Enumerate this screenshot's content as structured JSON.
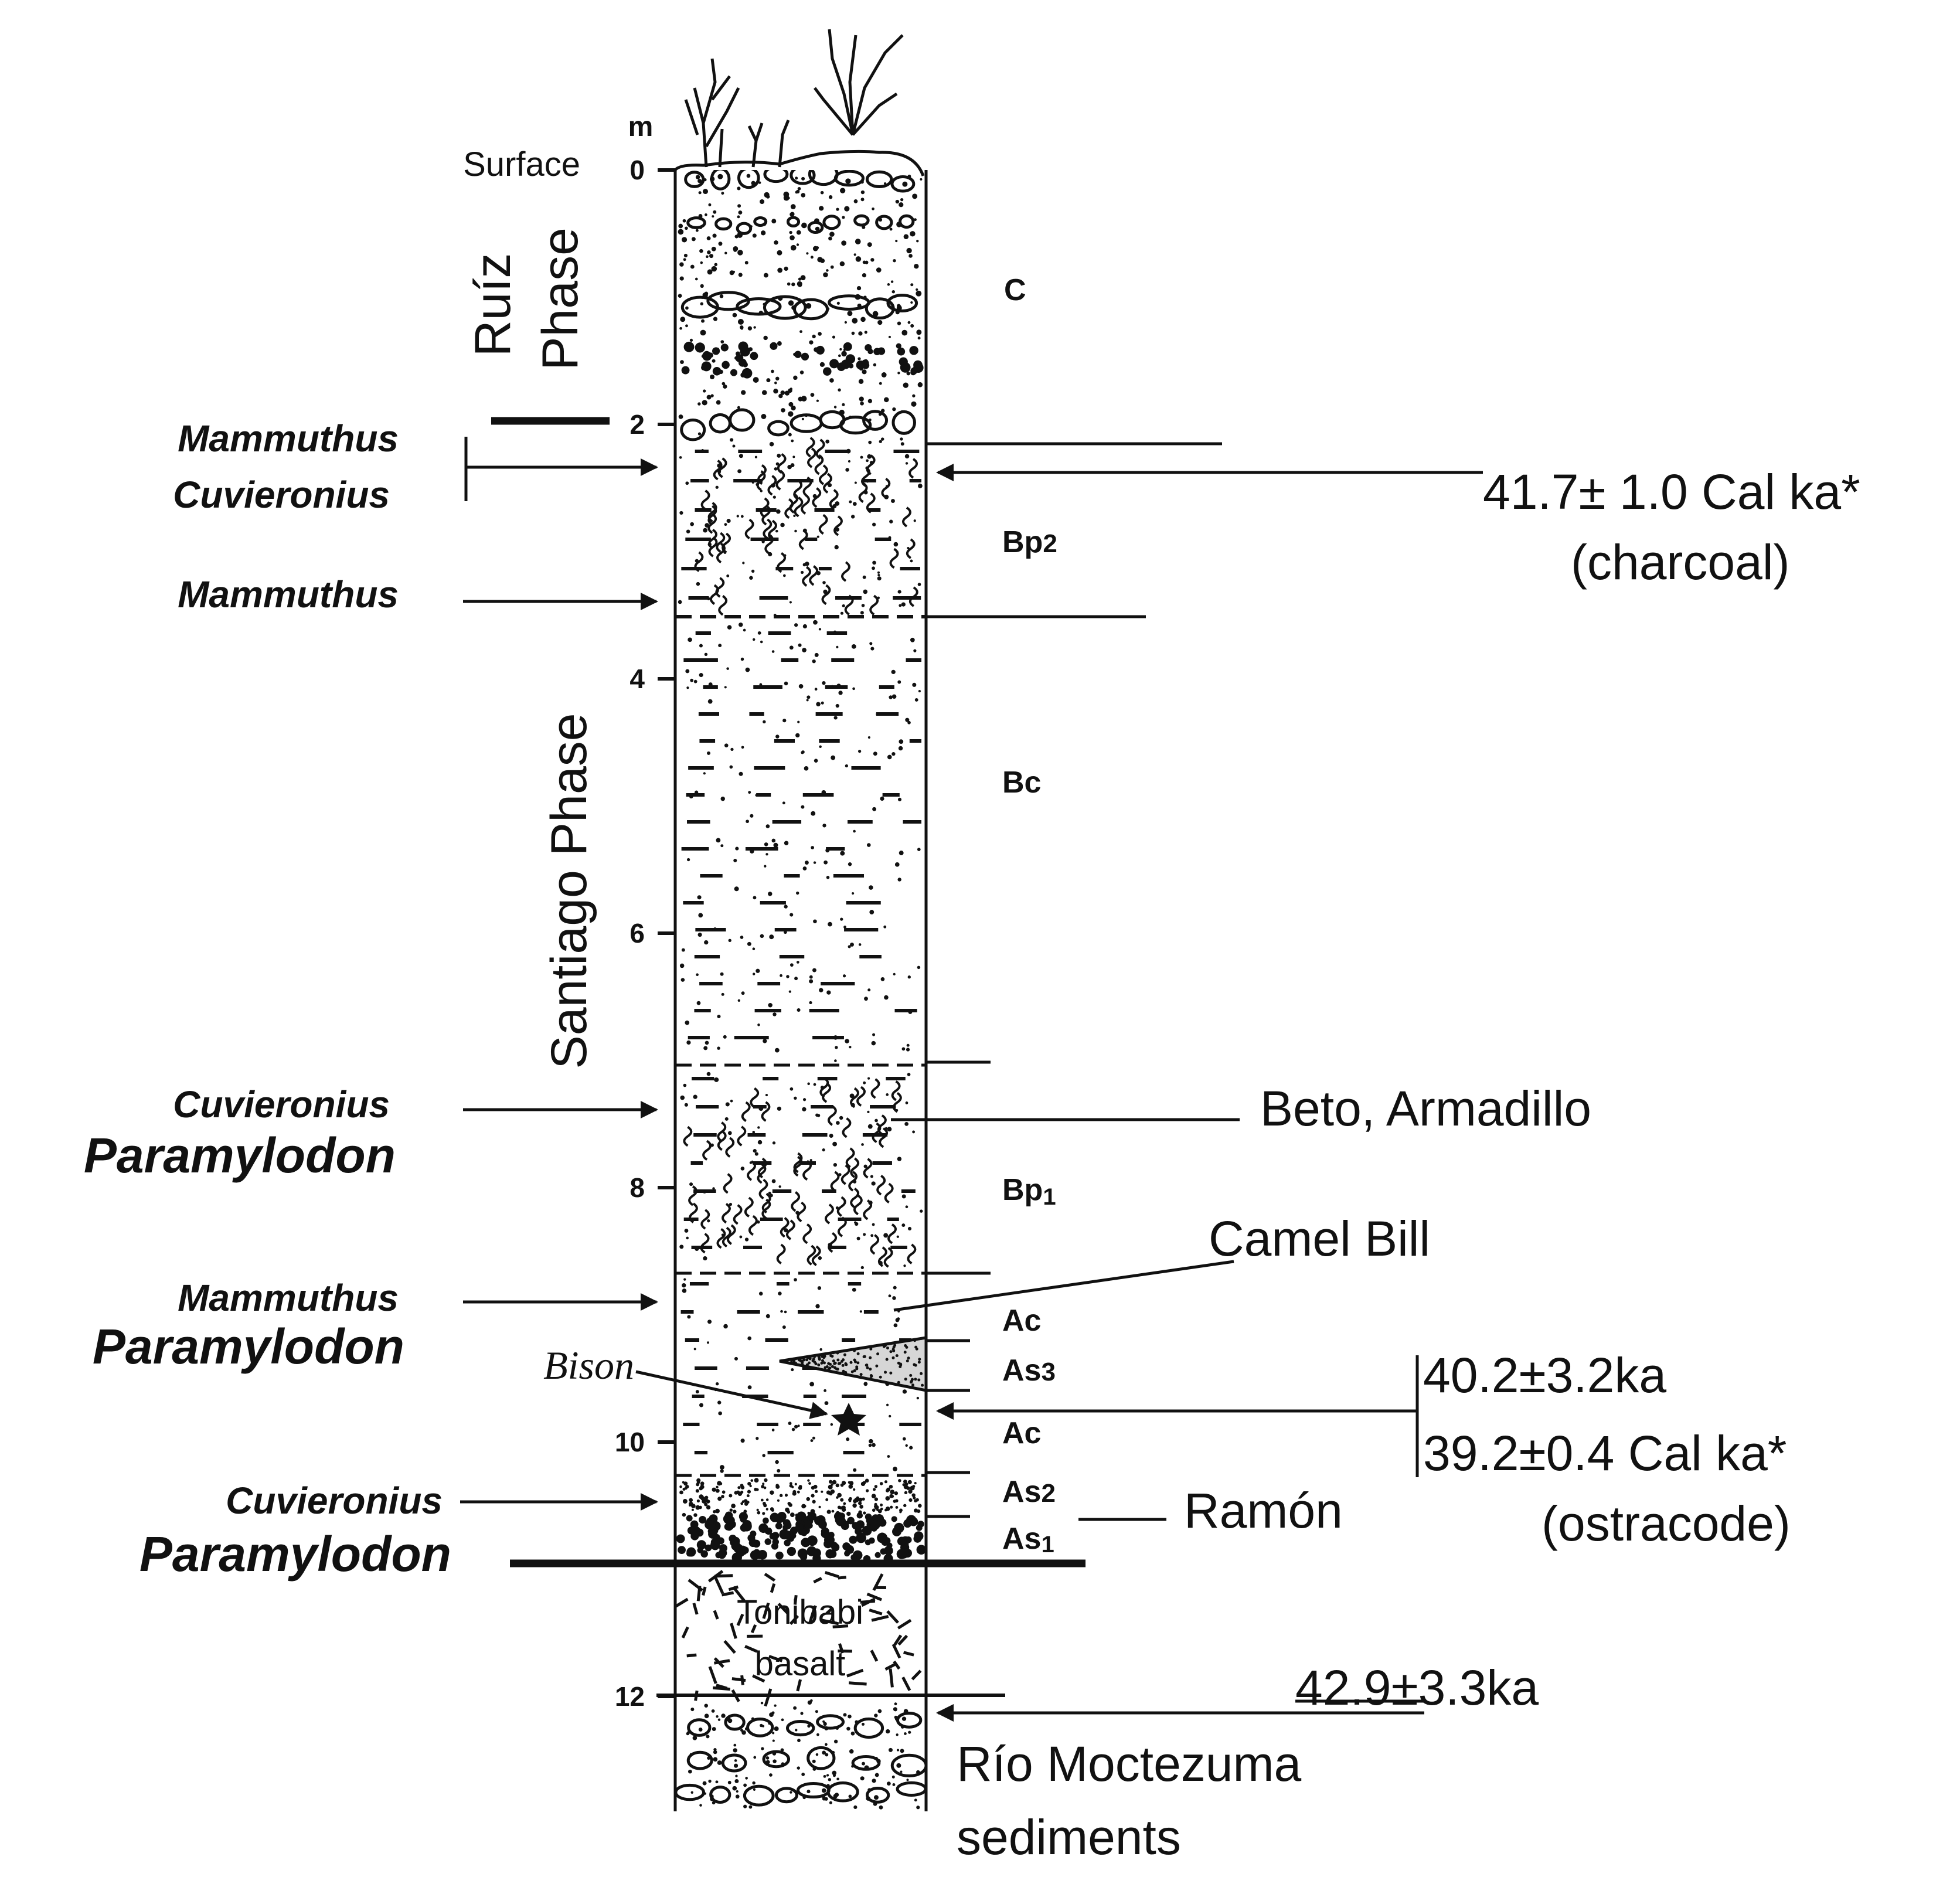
{
  "axis": {
    "unit": "m",
    "surface_label": "Surface",
    "ticks": [
      {
        "label": "0",
        "depth_m": 0
      },
      {
        "label": "2",
        "depth_m": 2
      },
      {
        "label": "4",
        "depth_m": 4
      },
      {
        "label": "6",
        "depth_m": 6
      },
      {
        "label": "8",
        "depth_m": 8
      },
      {
        "label": "10",
        "depth_m": 10
      },
      {
        "label": "12",
        "depth_m": 12
      }
    ]
  },
  "phases": {
    "ruiz_line1": "Ruíz",
    "ruiz_line2": "Phase",
    "santiago": "Santiago Phase"
  },
  "units": [
    "C",
    "Bp2",
    "Bc",
    "Bp1",
    "Ac",
    "As3",
    "Ac",
    "As2",
    "As1"
  ],
  "units_struct": {
    "C": {
      "prefix": "C",
      "sub": ""
    },
    "Bp2": {
      "prefix": "Bp",
      "sub": "2"
    },
    "Bc": {
      "prefix": "Bc",
      "sub": ""
    },
    "Bp1": {
      "prefix": "Bp",
      "sub": "1"
    },
    "Ac": {
      "prefix": "Ac",
      "sub": ""
    },
    "As3": {
      "prefix": "As",
      "sub": "3"
    },
    "As2": {
      "prefix": "As",
      "sub": "2"
    },
    "As1": {
      "prefix": "As",
      "sub": "1"
    }
  },
  "basalt": {
    "line1": "Tonibabi",
    "line2": "basalt"
  },
  "fauna": {
    "mammuthus1": "Mammuthus",
    "cuvieronius1": "Cuvieronius",
    "mammuthus2": "Mammuthus",
    "cuvieronius2": "Cuvieronius",
    "paramylodon1": "Paramylodon",
    "mammuthus3": "Mammuthus",
    "paramylodon2": "Paramylodon",
    "bison": "Bison",
    "cuvieronius3": "Cuvieronius",
    "paramylodon3": "Paramylodon"
  },
  "sites": {
    "beto": "Beto, Armadillo",
    "camel": "Camel Bill",
    "ramon": "Ramón",
    "rio_line1": "Río Moctezuma",
    "rio_line2": "sediments"
  },
  "dates": {
    "d1_line1": "41.7± 1.0 Cal ka*",
    "d1_line2": "(charcoal)",
    "d2_line1": "40.2±3.2ka",
    "d2_line2": "39.2±0.4 Cal ka*",
    "d2_line3": "(ostracode)",
    "d3_line1": "42.9±3.3ka"
  },
  "colors": {
    "ink": "#111111",
    "background": "#ffffff"
  }
}
